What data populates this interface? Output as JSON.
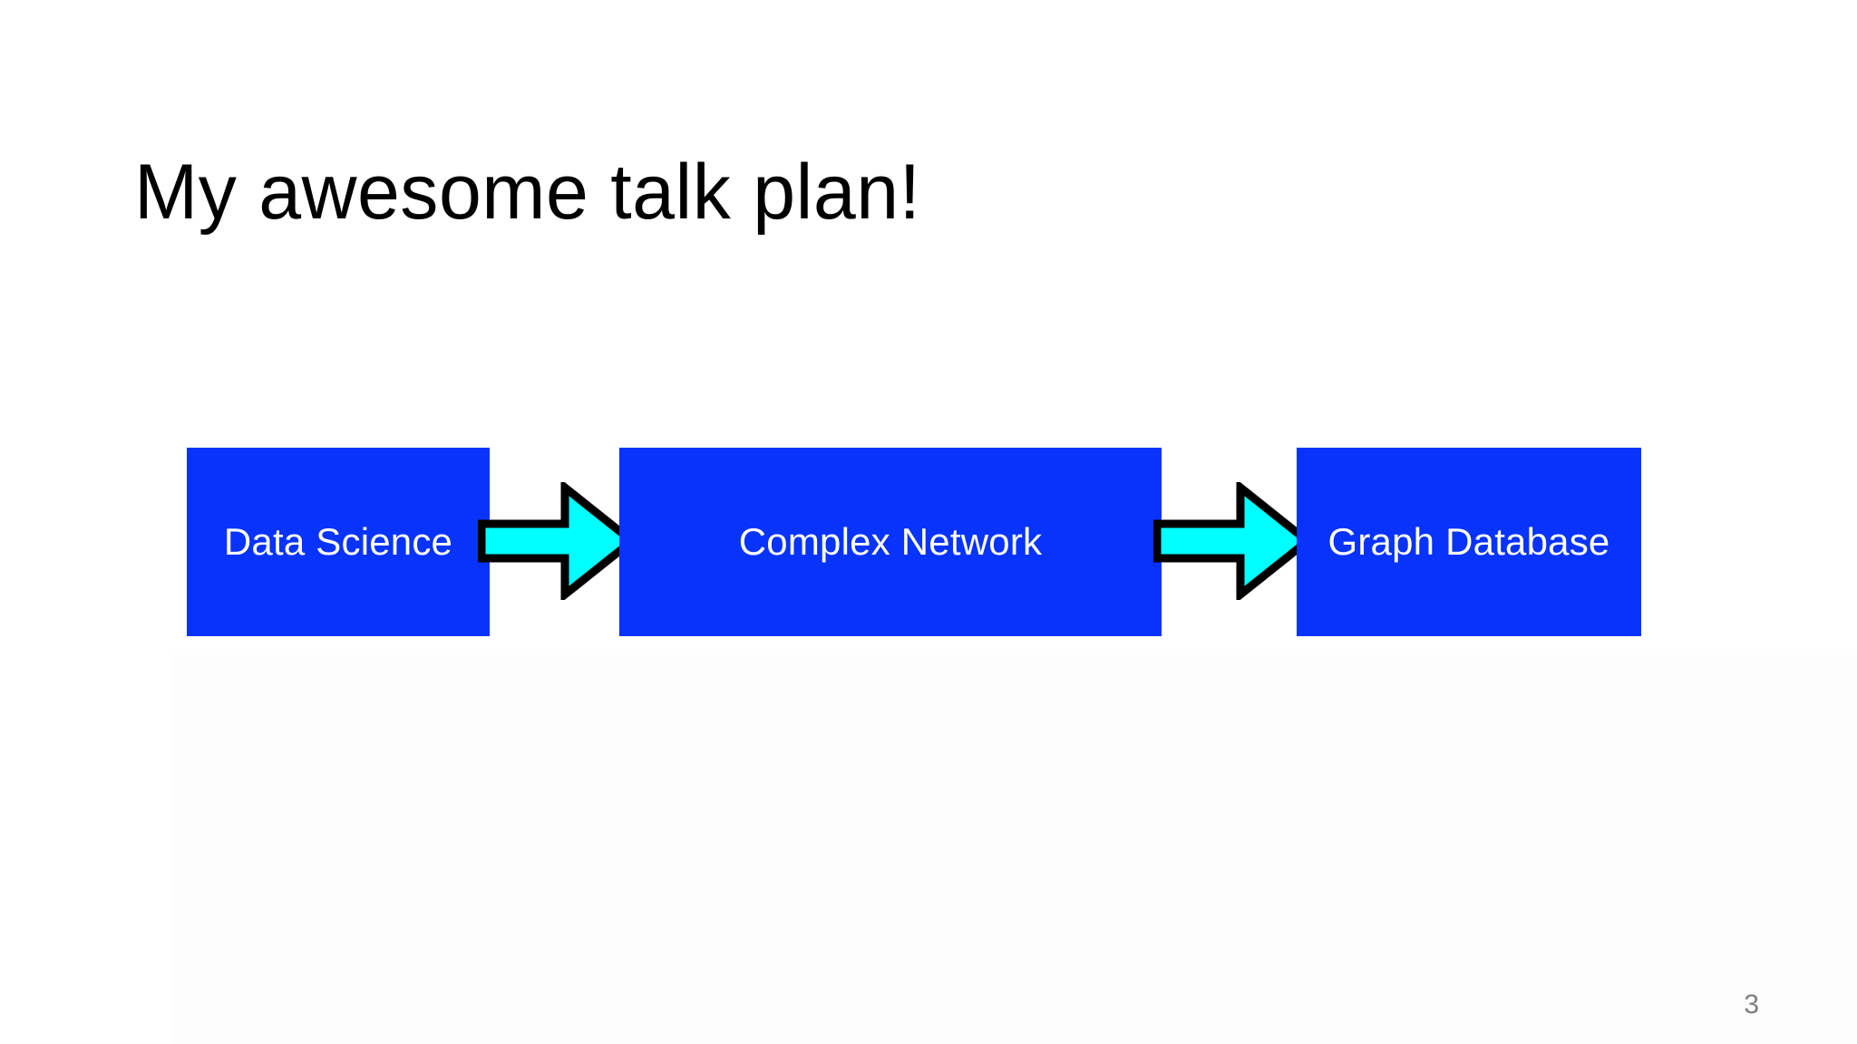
{
  "slide": {
    "title": "My awesome talk plan!",
    "page_number": "3",
    "background_color": "#ffffff",
    "title_color": "#000000",
    "page_number_color": "#7d7d7d"
  },
  "diagram": {
    "type": "flow",
    "node_fill_color": "#0733fb",
    "node_text_color": "#ffffff",
    "arrow_fill_color": "#00ffff",
    "arrow_stroke_color": "#000000",
    "nodes": [
      {
        "id": "data-science",
        "label": "Data Science"
      },
      {
        "id": "complex-network",
        "label": "Complex Network"
      },
      {
        "id": "graph-database",
        "label": "Graph Database"
      }
    ],
    "connectors": [
      {
        "id": "arrow-1",
        "from": "data-science",
        "to": "complex-network",
        "icon": "right-arrow-icon"
      },
      {
        "id": "arrow-2",
        "from": "complex-network",
        "to": "graph-database",
        "icon": "right-arrow-icon"
      }
    ]
  }
}
